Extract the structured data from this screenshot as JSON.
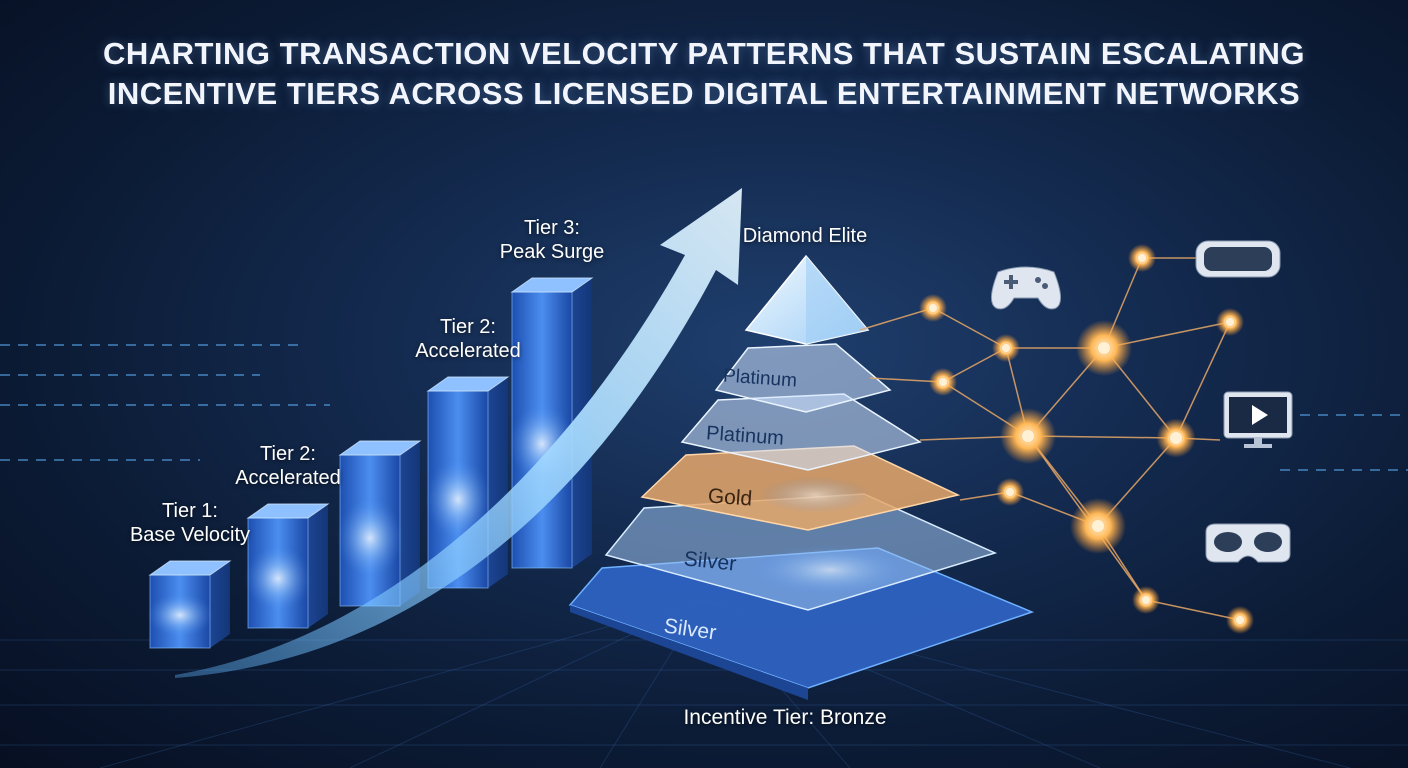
{
  "title": {
    "line1": "CHARTING TRANSACTION VELOCITY PATTERNS THAT SUSTAIN ESCALATING",
    "line2": "INCENTIVE TIERS ACROSS LICENSED DIGITAL ENTERTAINMENT NETWORKS"
  },
  "bars": [
    {
      "line1": "Tier 1:",
      "line2": "Base Velocity",
      "level": 0.25
    },
    {
      "line1": "Tier 2:",
      "line2": "Accelerated",
      "level": 0.38
    },
    {
      "line1": "",
      "line2": "",
      "level": 0.52
    },
    {
      "line1": "Tier 2:",
      "line2": "Accelerated",
      "level": 0.68
    },
    {
      "line1": "Tier 3:",
      "line2": "Peak Surge",
      "level": 0.95
    }
  ],
  "pyramid": {
    "apex_label": "Diamond Elite",
    "layers": [
      "Platinum",
      "Platinum",
      "Gold",
      "Silver",
      "Silver"
    ],
    "base_label": "Incentive Tier: Bronze",
    "colors": {
      "platinum": "#cfe3ff",
      "gold": "#e7a86a",
      "silver": "#9ec2ec",
      "bottom": "#2f64c4"
    }
  },
  "network": {
    "icons": [
      "gamepad-icon",
      "vr-headset-icon",
      "video-screen-icon",
      "vr-goggles-icon"
    ],
    "node_color": "#ffcf8a"
  },
  "colors": {
    "accent": "#5fb6ff",
    "arrow": "#bfe6ff"
  }
}
